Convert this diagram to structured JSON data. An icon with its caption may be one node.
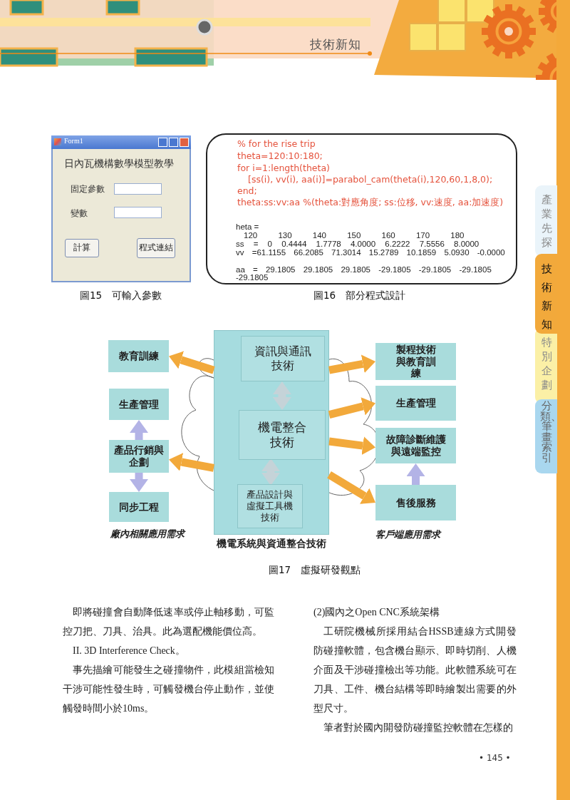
{
  "diagram": {
    "nodes": [
      {
        "text": [
          "教育訓練"
        ]
      },
      {
        "text": [
          "生產管理"
        ]
      },
      {
        "text": [
          "產品行銷與企劃"
        ]
      },
      {
        "text": [
          "同步工程"
        ]
      },
      {
        "text": [
          "機電系統與資通整合技術"
        ]
      },
      {
        "text": [
          "資訊與通訊技術"
        ],
        "in": 4
      },
      {
        "text": [
          "機電整合技術"
        ],
        "in": 4
      },
      {
        "text": [
          "產品設計與虛擬工具機技術"
        ],
        "in": 4
      },
      {
        "text": [
          "製程技術與教育訓練"
        ]
      },
      {
        "text": [
          "生產管理"
        ]
      },
      {
        "text": [
          "故障診斷維護與遠端監控"
        ]
      },
      {
        "text": [
          "售後服務"
        ]
      }
    ],
    "edges": [
      {
        "from": 4,
        "to": 0,
        "arrow": "to"
      },
      {
        "from": 4,
        "to": 2,
        "arrow": "to"
      },
      {
        "from": 2,
        "to": 1,
        "arrow": "to",
        "color": "#b3b3e6"
      },
      {
        "from": 2,
        "to": 3,
        "arrow": "to",
        "color": "#b3b3e6"
      },
      {
        "from": 5,
        "to": 6,
        "arrow": "both",
        "color": "#c5d3d8"
      },
      {
        "from": 6,
        "to": 7,
        "arrow": "both",
        "color": "#c5d3d8"
      },
      {
        "from": 4,
        "to": 8,
        "arrow": "to"
      },
      {
        "from": 4,
        "to": 9,
        "arrow": "to"
      },
      {
        "from": 4,
        "to": 10,
        "arrow": "to"
      },
      {
        "from": 4,
        "to": 11,
        "arrow": "to"
      },
      {
        "from": 11,
        "to": 10,
        "arrow": "to",
        "color": "#b3b3e6"
      }
    ],
    "labels": [
      "技術新知",
      "產業先探",
      "技術新知",
      "特別企劃",
      "分類、筆畫索引",
      "Form1",
      "日內瓦機構數學模型教學",
      "固定參數",
      "變數",
      "計算",
      "程式連結",
      "% for the rise trip",
      "theta=120:10:180;",
      "for i=1:length(theta)",
      "[ss(i), vv(i), aa(i)]=parabol_cam(theta(i),120,60,1,8,0);",
      "end;",
      "theta:ss:vv:aa %(theta:對應角度; ss:位移, vv:速度, aa:加速度)",
      "heta =",
      "120 130 140 150 160 170 180",
      "ss = 0 0.4444 1.7778 4.0000 6.2222 7.5556 8.0000",
      "vv =61.1155 66.2085 71.3014 15.2789 10.1859 5.0930 -0.0000",
      "aa = 29.1805 29.1805 29.1805 -29.1805 -29.1805 -29.1805 -29.1805",
      "圖15　可輸入參數",
      "圖16　部分程式設計",
      "廠內相關應用需求",
      "客戶端應用需求",
      "圖17　虛擬研發觀點",
      "即將碰撞會自動降低速率或停止軸移動，可監控刀把、刀具、治具。此為選配機能價位高。",
      "II. 3D Interference Check。",
      "事先描繪可能發生之碰撞物件，此模組當檢知干涉可能性發生時，可觸發機台停止動作，並使觸發時間小於10ms。",
      "(2)國內之Open CNC系統架構",
      "工研院機械所採用結合HSSB連線方式開發防碰撞軟體，包含機台顯示、即時切削、人機介面及干涉碰撞檢出等功能。此軟體系統可在刀具、工件、機台結構等即時繪製出需要的外型尺寸。",
      "筆者對於國內開發防碰撞監控軟體在怎樣的",
      "• 145 •"
    ]
  }
}
